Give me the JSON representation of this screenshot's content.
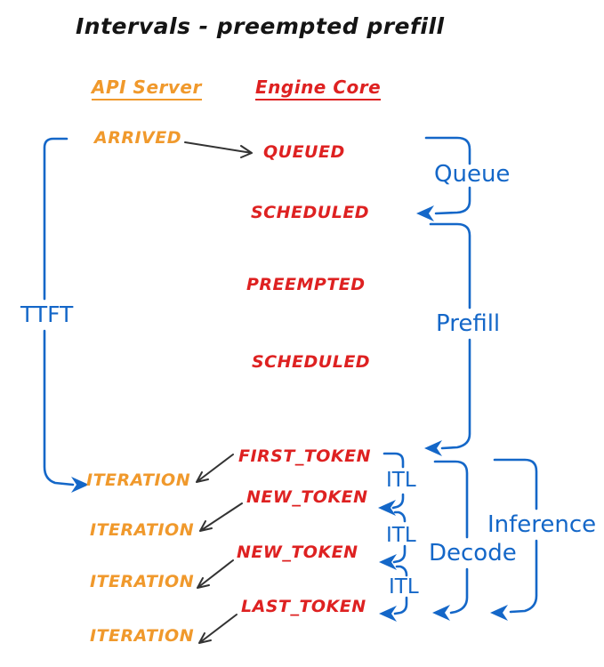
{
  "title": "Intervals - preempted prefill",
  "columns": {
    "api_server": "API Server",
    "engine_core": "Engine Core"
  },
  "events": {
    "arrived": "ARRIVED",
    "queued": "QUEUED",
    "scheduled_1": "SCHEDULED",
    "preempted": "PREEMPTED",
    "scheduled_2": "SCHEDULED",
    "first_token": "FIRST_TOKEN",
    "new_token_1": "NEW_TOKEN",
    "new_token_2": "NEW_TOKEN",
    "last_token": "LAST_TOKEN",
    "iteration_1": "ITERATION",
    "iteration_2": "ITERATION",
    "iteration_3": "ITERATION",
    "iteration_4": "ITERATION"
  },
  "intervals": {
    "ttft": "TTFT",
    "queue": "Queue",
    "prefill": "Prefill",
    "itl_1": "ITL",
    "itl_2": "ITL",
    "itl_3": "ITL",
    "decode": "Decode",
    "inference": "Inference"
  },
  "colors": {
    "blue": "#1467C8",
    "orange": "#F0992C",
    "red": "#DE2121",
    "ink": "#141414",
    "arrow": "#333333"
  }
}
